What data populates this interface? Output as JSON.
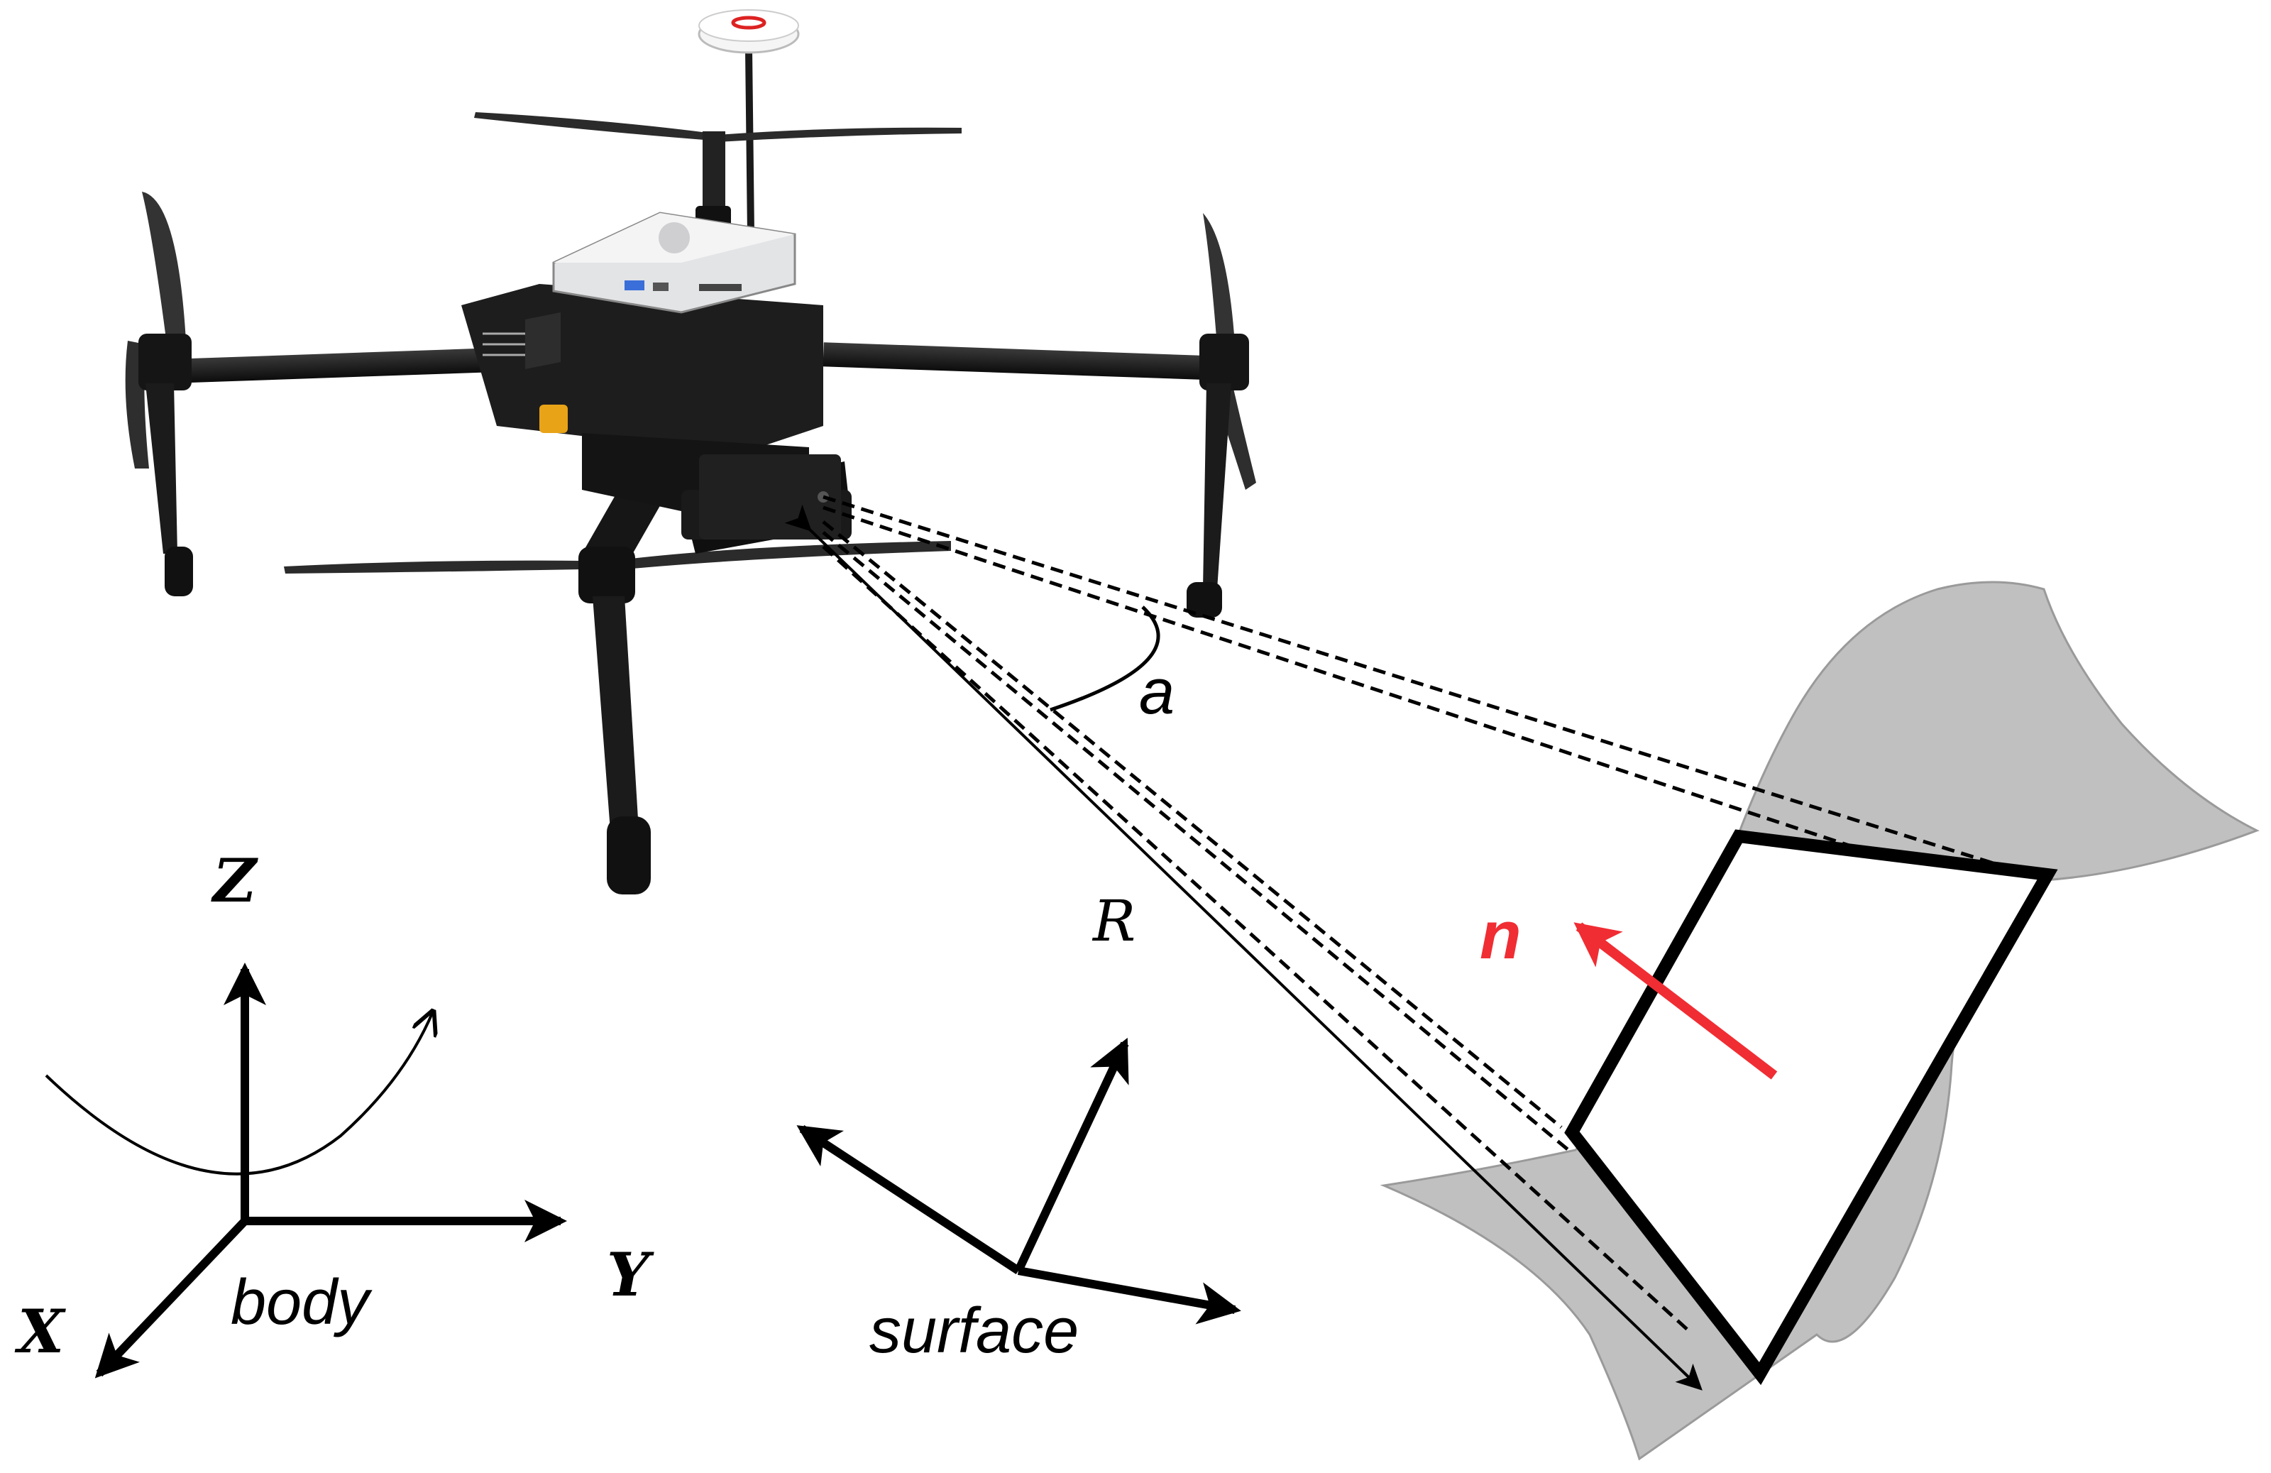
{
  "labels": {
    "z_axis": "Z",
    "y_axis": "Y",
    "x_axis": "X",
    "body_frame": "body",
    "surface_frame": "surface",
    "range": "R",
    "angle": "a",
    "normal": "n"
  },
  "colors": {
    "normal_vector": "#f02d33",
    "surface_fill": "#c0c0c0",
    "line": "#000000",
    "drone_body": "#1d1d1d",
    "payload_box": "#e3e4e6"
  },
  "icons": {
    "drone": "quadcopter-drone-icon",
    "gps": "gps-antenna-icon",
    "sensor": "range-sensor-icon"
  }
}
